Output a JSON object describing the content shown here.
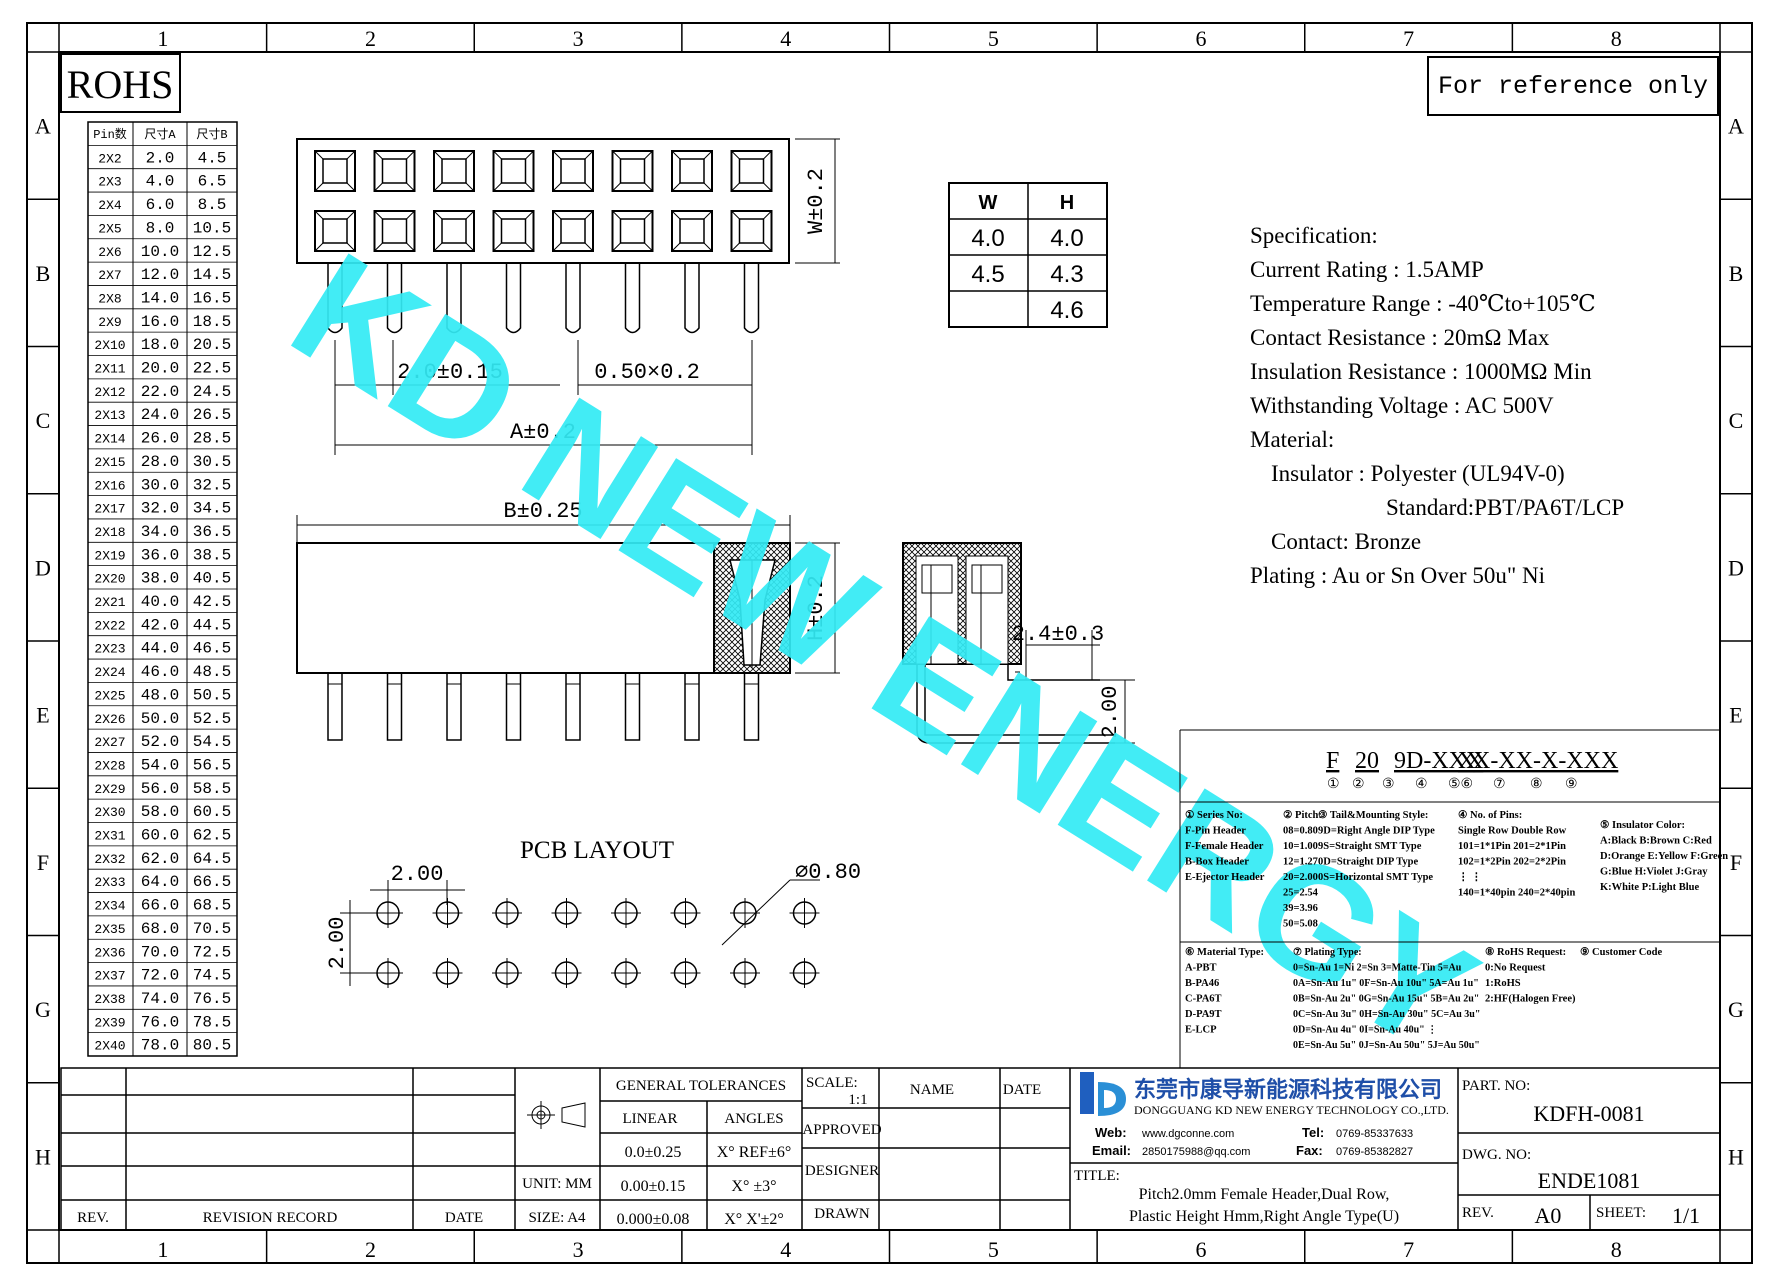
{
  "drawing": {
    "rohs": "ROHS",
    "reference_note": "For reference only",
    "zone_columns": [
      "1",
      "2",
      "3",
      "4",
      "5",
      "6",
      "7",
      "8"
    ],
    "zone_rows": [
      "A",
      "B",
      "C",
      "D",
      "E",
      "F",
      "G",
      "H"
    ],
    "watermark": "KD NEW ENERGY"
  },
  "pin_table": {
    "headers": [
      "Pin数",
      "尺寸A",
      "尺寸B"
    ],
    "rows": [
      [
        "2X2",
        "2.0",
        "4.5"
      ],
      [
        "2X3",
        "4.0",
        "6.5"
      ],
      [
        "2X4",
        "6.0",
        "8.5"
      ],
      [
        "2X5",
        "8.0",
        "10.5"
      ],
      [
        "2X6",
        "10.0",
        "12.5"
      ],
      [
        "2X7",
        "12.0",
        "14.5"
      ],
      [
        "2X8",
        "14.0",
        "16.5"
      ],
      [
        "2X9",
        "16.0",
        "18.5"
      ],
      [
        "2X10",
        "18.0",
        "20.5"
      ],
      [
        "2X11",
        "20.0",
        "22.5"
      ],
      [
        "2X12",
        "22.0",
        "24.5"
      ],
      [
        "2X13",
        "24.0",
        "26.5"
      ],
      [
        "2X14",
        "26.0",
        "28.5"
      ],
      [
        "2X15",
        "28.0",
        "30.5"
      ],
      [
        "2X16",
        "30.0",
        "32.5"
      ],
      [
        "2X17",
        "32.0",
        "34.5"
      ],
      [
        "2X18",
        "34.0",
        "36.5"
      ],
      [
        "2X19",
        "36.0",
        "38.5"
      ],
      [
        "2X20",
        "38.0",
        "40.5"
      ],
      [
        "2X21",
        "40.0",
        "42.5"
      ],
      [
        "2X22",
        "42.0",
        "44.5"
      ],
      [
        "2X23",
        "44.0",
        "46.5"
      ],
      [
        "2X24",
        "46.0",
        "48.5"
      ],
      [
        "2X25",
        "48.0",
        "50.5"
      ],
      [
        "2X26",
        "50.0",
        "52.5"
      ],
      [
        "2X27",
        "52.0",
        "54.5"
      ],
      [
        "2X28",
        "54.0",
        "56.5"
      ],
      [
        "2X29",
        "56.0",
        "58.5"
      ],
      [
        "2X30",
        "58.0",
        "60.5"
      ],
      [
        "2X31",
        "60.0",
        "62.5"
      ],
      [
        "2X32",
        "62.0",
        "64.5"
      ],
      [
        "2X33",
        "64.0",
        "66.5"
      ],
      [
        "2X34",
        "66.0",
        "68.5"
      ],
      [
        "2X35",
        "68.0",
        "70.5"
      ],
      [
        "2X36",
        "70.0",
        "72.5"
      ],
      [
        "2X37",
        "72.0",
        "74.5"
      ],
      [
        "2X38",
        "74.0",
        "76.5"
      ],
      [
        "2X39",
        "76.0",
        "78.5"
      ],
      [
        "2X40",
        "78.0",
        "80.5"
      ]
    ]
  },
  "wh_table": {
    "headers": [
      "W",
      "H"
    ],
    "rows": [
      [
        "4.0",
        "4.0"
      ],
      [
        "4.5",
        "4.3"
      ],
      [
        "",
        "4.6"
      ]
    ]
  },
  "dimensions": {
    "w": "W±0.2",
    "pitch": "2.0±0.15",
    "pin_width": "0.50×0.2",
    "a": "A±0.2",
    "b": "B±0.25",
    "h": "H±0.2",
    "offset": "2.4±0.3",
    "tail": "2.00",
    "pcb_title": "PCB LAYOUT",
    "pcb_pitch_x": "2.00",
    "pcb_pitch_y": "2.00",
    "pcb_hole": "⌀0.80"
  },
  "specification": [
    "Specification:",
    "Current Rating : 1.5AMP",
    "Temperature Range : -40℃to+105℃",
    "Contact Resistance : 20mΩ Max",
    "Insulation Resistance : 1000MΩ Min",
    "Withstanding Voltage : AC 500V",
    "Material:",
    "Insulator : Polyester (UL94V-0)",
    "Standard:PBT/PA6T/LCP",
    "Contact: Bronze",
    "Plating : Au or Sn Over 50u\" Ni"
  ],
  "part_code": {
    "segments": [
      "F",
      "20",
      "9D-XXX",
      "X",
      "X-XX-X-XXX"
    ],
    "markers": [
      "①",
      "②",
      "③",
      "④",
      "⑤⑥",
      "⑦",
      "⑧",
      "⑨"
    ],
    "sections": [
      [
        "① Series No:",
        "F-Pin Header",
        "F-Female Header",
        "B-Box Header",
        "E-Ejector Header"
      ],
      [
        "② Pitch:",
        "08=0.80",
        "10=1.00",
        "12=1.27",
        "20=2.00",
        "25=2.54",
        "39=3.96",
        "50=5.08"
      ],
      [
        "③ Tail&Mounting Style:",
        "9D=Right Angle DIP Type",
        "9S=Straight SMT Type",
        "0D=Straight DIP Type",
        "0S=Horizontal SMT Type"
      ],
      [
        "④ No. of Pins:",
        "Single Row   Double Row",
        "101=1*1Pin   201=2*1Pin",
        "102=1*2Pin   202=2*2Pin",
        "  ⋮      ⋮",
        "140=1*40pin  240=2*40pin"
      ],
      [
        "⑤ Insulator Color:",
        "A:Black B:Brown C:Red",
        "D:Orange E:Yellow F:Green",
        "G:Blue  H:Violet J:Gray",
        "K:White P:Light Blue"
      ],
      [
        "⑥ Material Type:",
        "A-PBT",
        "B-PA46",
        "C-PA6T",
        "D-PA9T",
        "E-LCP"
      ],
      [
        "⑦ Plating Type:",
        "0=Sn-Au 1=Ni 2=Sn 3=Matte-Tin 5=Au",
        "0A=Sn-Au 1u\" 0F=Sn-Au 10u\" 5A=Au 1u\"",
        "0B=Sn-Au 2u\" 0G=Sn-Au 15u\" 5B=Au 2u\"",
        "0C=Sn-Au 3u\" 0H=Sn-Au 30u\" 5C=Au 3u\"",
        "0D=Sn-Au 4u\" 0I=Sn-Au 40u\"   ⋮",
        "0E=Sn-Au 5u\" 0J=Sn-Au 50u\" 5J=Au 50u\""
      ],
      [
        "⑧ RoHS Request:",
        "0:No Request",
        "1:RoHS",
        "2:HF(Halogen Free)"
      ],
      [
        "⑨ Customer Code"
      ]
    ]
  },
  "title_block": {
    "general_tolerances": "GENERAL TOLERANCES",
    "linear": "LINEAR",
    "angles": "ANGLES",
    "tol_linear": [
      "0.0±0.25",
      "0.00±0.15",
      "0.000±0.08"
    ],
    "tol_angles": [
      "X° REF±6°",
      "X° ±3°",
      "X° X'±2°"
    ],
    "unit": "UNIT: MM",
    "size": "SIZE: A4",
    "scale_label": "SCALE:",
    "scale": "1:1",
    "name": "NAME",
    "date": "DATE",
    "approved": "APPROVED",
    "designer": "DESIGNER",
    "drawn": "DRAWN",
    "rev_label": "REV.",
    "revision_record": "REVISION RECORD",
    "date_label": "DATE",
    "company_cn": "东莞市康导新能源科技有限公司",
    "company_en": "DONGGUANG KD NEW ENERGY TECHNOLOGY CO.,LTD.",
    "web_label": "Web:",
    "web": "www.dgconne.com",
    "tel_label": "Tel:",
    "tel": "0769-85337633",
    "email_label": "Email:",
    "email": "2850175988@qq.com",
    "fax_label": "Fax:",
    "fax": "0769-85382827",
    "title_label": "TITLE:",
    "title_line1": "Pitch2.0mm Female Header,Dual Row,",
    "title_line2": "Plastic Height Hmm,Right Angle Type(U)",
    "part_no_label": "PART. NO:",
    "part_no": "KDFH-0081",
    "dwg_no_label": "DWG. NO:",
    "dwg_no": "ENDE1081",
    "rev": "A0",
    "sheet_label": "SHEET:",
    "sheet": "1/1"
  }
}
